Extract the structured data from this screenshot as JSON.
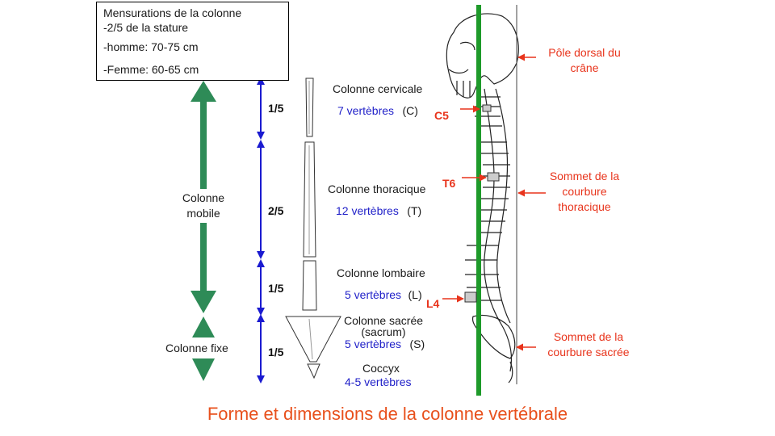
{
  "infobox": {
    "title": "Mensurations  de la colonne",
    "ratio": "-2/5 de la stature",
    "homme": "-homme:  70-75 cm",
    "femme": "-Femme:  60-65 cm"
  },
  "left_labels": {
    "mobile": "Colonne\nmobile",
    "fixe": "Colonne fixe"
  },
  "fractions": [
    "1/5",
    "2/5",
    "1/5",
    "1/5"
  ],
  "segments": [
    {
      "name": "Colonne cervicale",
      "count": "7 vertèbres",
      "code": "(C)"
    },
    {
      "name": "Colonne thoracique",
      "count": "12 vertèbres",
      "code": "(T)"
    },
    {
      "name": "Colonne lombaire",
      "count": "5 vertèbres",
      "code": "(L)"
    },
    {
      "name": "Colonne sacrée\n(sacrum)",
      "count": "5 vertèbres",
      "code": "(S)"
    },
    {
      "name": "Coccyx",
      "count": "4-5 vertèbres",
      "code": ""
    }
  ],
  "markers": {
    "c5": "C5",
    "t6": "T6",
    "l4": "L4"
  },
  "annotations": {
    "pole": "Pôle dorsal du\ncrâne",
    "thoracique": "Sommet de la\ncourbure\nthoracique",
    "sacree": "Sommet de la\ncourbure  sacrée"
  },
  "caption": "Forme et dimensions de la colonne vertébrale",
  "colors": {
    "green_arrow": "#2e8b57",
    "axis_green": "#1e9a2a",
    "blue_arrow": "#1a1ad0",
    "red": "#e8341c",
    "caption": "#e8501c"
  }
}
